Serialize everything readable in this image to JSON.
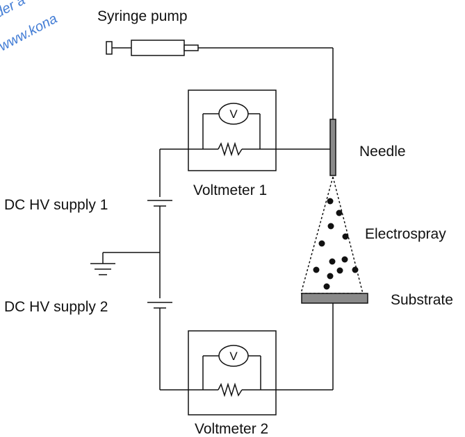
{
  "watermark": {
    "line1": "der a",
    "line2": "www.kona",
    "color": "#2f6fd1"
  },
  "labels": {
    "syringe_pump": "Syringe pump",
    "needle": "Needle",
    "voltmeter_1": "Voltmeter 1",
    "dc_hv_supply_1": "DC HV supply 1",
    "electrospray": "Electrospray",
    "dc_hv_supply_2": "DC HV supply 2",
    "substrate": "Substrate",
    "voltmeter_2": "Voltmeter 2"
  },
  "meter_symbol": "V",
  "colors": {
    "line": "#111111",
    "needle_fill": "#8a8a8a",
    "substrate_fill": "#8a8a8a"
  }
}
